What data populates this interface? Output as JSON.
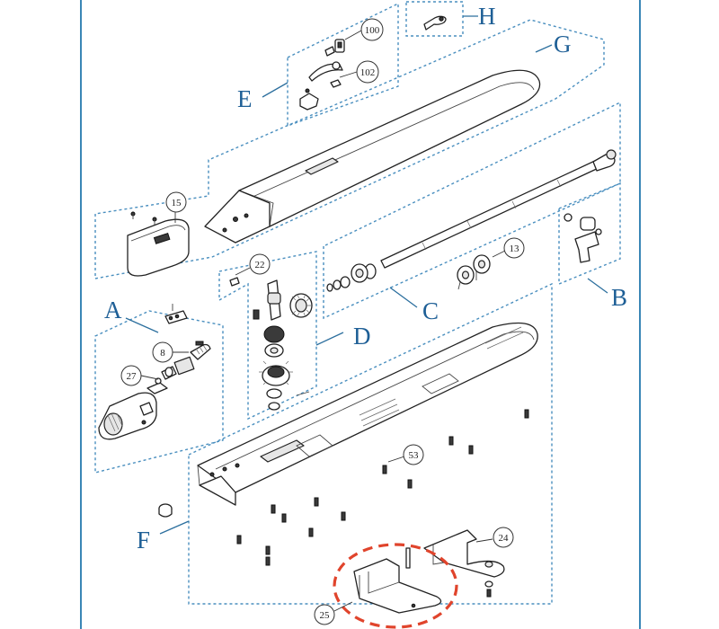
{
  "groups": [
    {
      "letter": "A"
    },
    {
      "letter": "B"
    },
    {
      "letter": "C"
    },
    {
      "letter": "D"
    },
    {
      "letter": "E"
    },
    {
      "letter": "F"
    },
    {
      "letter": "G"
    },
    {
      "letter": "H"
    }
  ],
  "parts": [
    {
      "number": "100"
    },
    {
      "number": "102"
    },
    {
      "number": "15"
    },
    {
      "number": "22"
    },
    {
      "number": "13"
    },
    {
      "number": "8"
    },
    {
      "number": "27"
    },
    {
      "number": "53"
    },
    {
      "number": "24"
    },
    {
      "number": "25"
    }
  ],
  "colors": {
    "frame": "#3a86b6",
    "group_outline": "#4a8fbf",
    "letter": "#1e5f96",
    "highlight": "#e0442c"
  },
  "highlighted_part": "25"
}
